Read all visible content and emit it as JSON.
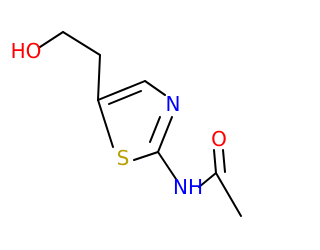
{
  "molecule": {
    "atoms": {
      "hydroxyl": {
        "label": "HO",
        "color": "#ff0000"
      },
      "sulfur": {
        "label": "S",
        "color": "#b8a000"
      },
      "ring_nitrogen": {
        "label": "N",
        "color": "#0000ff"
      },
      "amide_nitrogen": {
        "label": "NH",
        "color": "#0000ff"
      },
      "carbonyl_oxygen": {
        "label": "O",
        "color": "#ff0000"
      }
    }
  }
}
